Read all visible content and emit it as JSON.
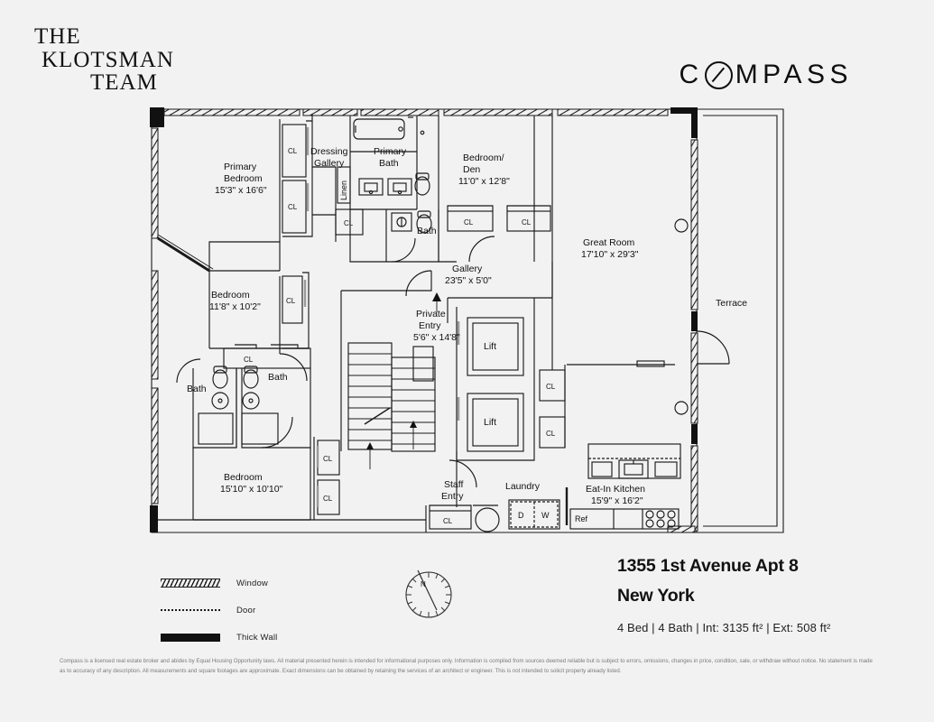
{
  "brand": {
    "team_line1": "THE",
    "team_line2": "KLOTSMAN",
    "team_line3": "TEAM",
    "compass_pre": "C",
    "compass_post": "MPASS",
    "compass_full": "COMPASS"
  },
  "listing": {
    "address": "1355 1st Avenue Apt 8",
    "city": "New York",
    "stats": "4 Bed | 4 Bath | Int: 3135 ft² | Ext: 508 ft²"
  },
  "legend": {
    "items": [
      {
        "label": "Window",
        "swatch": "hatched-band"
      },
      {
        "label": "Door",
        "swatch": "dotted-line"
      },
      {
        "label": "Thick Wall",
        "swatch": "solid-black-band"
      }
    ]
  },
  "compass_rose": {
    "north_label": "N"
  },
  "disclaimer": "Compass is a licensed real estate broker and abides by Equal Housing Opportunity laws. All material presented herein is intended for informational purposes only. Information is compiled from sources deemed reliable but is subject to errors, omissions, changes in price, condition, sale, or withdraw without notice. No statement is made as to accuracy of any description. All measurements and square footages are approximate. Exact dimensions can be obtained by retaining the services of an architect or engineer. This is not intended to solicit property already listed.",
  "floorplan": {
    "rooms": [
      {
        "name": "Primary Bedroom",
        "line1": "Primary",
        "line2": "Bedroom",
        "dims": "15'3\" x 16'6\""
      },
      {
        "name": "Dressing Gallery",
        "line1": "Dressing",
        "line2": "Gallery",
        "dims": ""
      },
      {
        "name": "Primary Bath",
        "line1": "Primary",
        "line2": "Bath",
        "dims": ""
      },
      {
        "name": "Bedroom/Den",
        "line1": "Bedroom/",
        "line2": "Den",
        "dims": "11'0\" x 12'8\""
      },
      {
        "name": "Great Room",
        "line1": "Great Room",
        "line2": "",
        "dims": "17'10\" x 29'3\""
      },
      {
        "name": "Gallery",
        "line1": "Gallery",
        "line2": "",
        "dims": "23'5\" x 5'0\""
      },
      {
        "name": "Private Entry",
        "line1": "Private",
        "line2": "Entry",
        "dims": "5'6\" x 14'8\""
      },
      {
        "name": "Bedroom 2",
        "line1": "Bedroom",
        "line2": "",
        "dims": "11'8\" x 10'2\""
      },
      {
        "name": "Bedroom 3",
        "line1": "Bedroom",
        "line2": "",
        "dims": "15'10\" x 10'10\""
      },
      {
        "name": "Eat-In Kitchen",
        "line1": "Eat-In Kitchen",
        "line2": "",
        "dims": "15'9\" x 16'2\""
      },
      {
        "name": "Staff Entry",
        "line1": "Staff",
        "line2": "Entry",
        "dims": ""
      },
      {
        "name": "Laundry",
        "line1": "Laundry",
        "line2": "",
        "dims": ""
      },
      {
        "name": "Terrace",
        "line1": "Terrace",
        "line2": "",
        "dims": ""
      }
    ],
    "labels": {
      "bath": "Bath",
      "linen": "Linen",
      "closet": "CL",
      "lift": "Lift",
      "dryer": "D",
      "washer": "W",
      "refrigerator": "Ref",
      "terrace": "Terrace",
      "laundry": "Laundry",
      "staff_entry_l1": "Staff",
      "staff_entry_l2": "Entry",
      "great_room": "Great Room",
      "great_room_dims": "17'10\" x 29'3\"",
      "gallery": "Gallery",
      "gallery_dims": "23'5\" x 5'0\"",
      "private_entry_l1": "Private",
      "private_entry_l2": "Entry",
      "private_entry_dims": "5'6\" x 14'8\"",
      "primary_bedroom_l1": "Primary",
      "primary_bedroom_l2": "Bedroom",
      "primary_bedroom_dims": "15'3\" x 16'6\"",
      "dressing_l1": "Dressing",
      "dressing_l2": "Gallery",
      "primary_bath_l1": "Primary",
      "primary_bath_l2": "Bath",
      "den_l1": "Bedroom/",
      "den_l2": "Den",
      "den_dims": "11'0\" x 12'8\"",
      "bedroom2": "Bedroom",
      "bedroom2_dims": "11'8\" x 10'2\"",
      "bedroom3": "Bedroom",
      "bedroom3_dims": "15'10\" x 10'10\"",
      "kitchen": "Eat-In Kitchen",
      "kitchen_dims": "15'9\" x 16'2\""
    },
    "closet_count": 12,
    "lift_count": 2,
    "bath_count": 4
  },
  "colors": {
    "background": "#f2f2f2",
    "ink": "#111111",
    "wall": "#1a1a1a",
    "muted": "#7b7b7b"
  }
}
